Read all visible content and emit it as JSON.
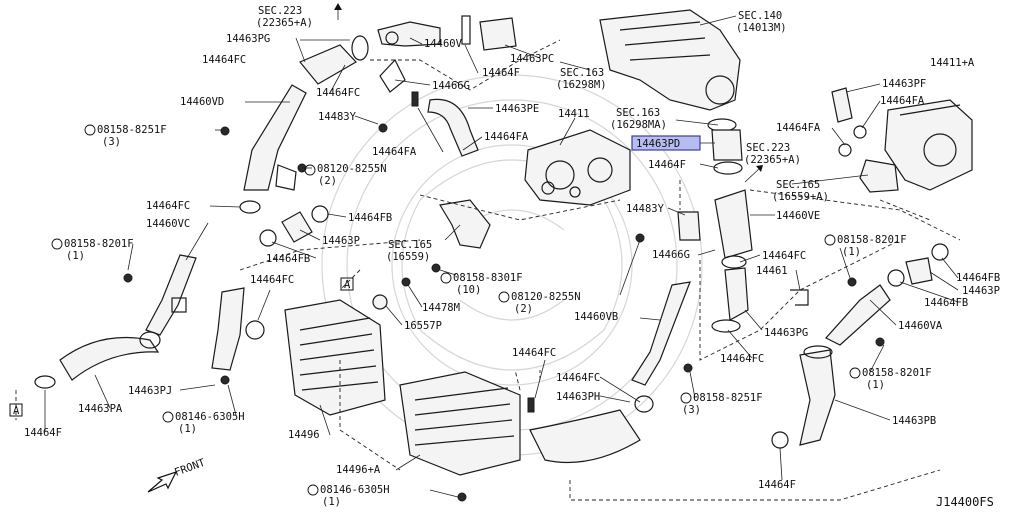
{
  "diagram": {
    "diagram_id": "J14400FS",
    "front_label": "FRONT",
    "highlighted_part": "14463PD"
  },
  "labels": {
    "sec223_top": "SEC.223",
    "sec223_top_sub": "(22365+A)",
    "p14463PG_top": "14463PG",
    "p14460V": "14460V",
    "p14463PC": "14463PC",
    "sec140": "SEC.140",
    "sec140_sub": "(14013M)",
    "p14464FC_a": "14464FC",
    "p14464F_a": "14464F",
    "sec163_a": "SEC.163",
    "sec163_a_sub": "(16298M)",
    "p14411A": "14411+A",
    "p14464FC_b": "14464FC",
    "p14466G_a": "14466G",
    "p14460VD": "14460VD",
    "p14463PE": "14463PE",
    "p14463PF": "14463PF",
    "p14464FA_a": "14464FA",
    "p14483Y_a": "14483Y",
    "p14411": "14411",
    "bolt_08158_8251F_a": "08158-8251F",
    "bolt_08158_8251F_a_qty": "(3)",
    "sec163_b": "SEC.163",
    "sec163_b_sub": "(16298MA)",
    "p14464FA_b": "14464FA",
    "p14464FA_c": "14464FA",
    "p14463PD": "14463PD",
    "sec223_b": "SEC.223",
    "sec223_b_sub": "(22365+A)",
    "p14464FA_d": "14464FA",
    "bolt_08120_8255N_a": "08120-8255N",
    "bolt_08120_8255N_a_qty": "(2)",
    "p14464F_b": "14464F",
    "sec165_a": "SEC.165",
    "sec165_a_sub": "(16559+A)",
    "p14464FC_c": "14464FC",
    "p14464FB_a": "14464FB",
    "p14483Y_b": "14483Y",
    "p14460VE": "14460VE",
    "p14460VC": "14460VC",
    "p14463P_a": "14463P",
    "sec165_b": "SEC.165",
    "sec165_b_sub": "(16559)",
    "bolt_08158_8201F_a": "08158-8201F",
    "bolt_08158_8201F_a_qty": "(1)",
    "bolt_08158_8201F_b": "08158-8201F",
    "bolt_08158_8201F_b_qty": "(1)",
    "p14464FB_b": "14464FB",
    "p14466G_b": "14466G",
    "p14464FC_d": "14464FC",
    "p14464FB_c": "14464FB",
    "p14461": "14461",
    "p14463P_b": "14463P",
    "p14464FC_e": "14464FC",
    "bolt_08158_8301F": "08158-8301F",
    "bolt_08158_8301F_qty": "(10)",
    "p14464FB_d": "14464FB",
    "ref_A_mid": "A",
    "p14478M": "14478M",
    "bolt_08120_8255N_b": "08120-8255N",
    "bolt_08120_8255N_b_qty": "(2)",
    "p16557P": "16557P",
    "p14460VB": "14460VB",
    "p14460VA": "14460VA",
    "p14463PG_b": "14463PG",
    "p14464FC_f": "14464FC",
    "p14464FC_g": "14464FC",
    "bolt_08158_8201F_c": "08158-8201F",
    "bolt_08158_8201F_c_qty": "(1)",
    "p14463PJ": "14463PJ",
    "p14464FC_h": "14464FC",
    "p14463PH": "14463PH",
    "bolt_08158_8251F_b": "08158-8251F",
    "bolt_08158_8251F_b_qty": "(3)",
    "bolt_08146_6305H_a": "08146-6305H",
    "bolt_08146_6305H_a_qty": "(1)",
    "p14463PA": "14463PA",
    "ref_A_left": "A",
    "p14464F_c": "14464F",
    "p14496": "14496",
    "p14463PB": "14463PB",
    "p14496A": "14496+A",
    "bolt_08146_6305H_b": "08146-6305H",
    "bolt_08146_6305H_b_qty": "(1)",
    "p14464F_d": "14464F"
  }
}
